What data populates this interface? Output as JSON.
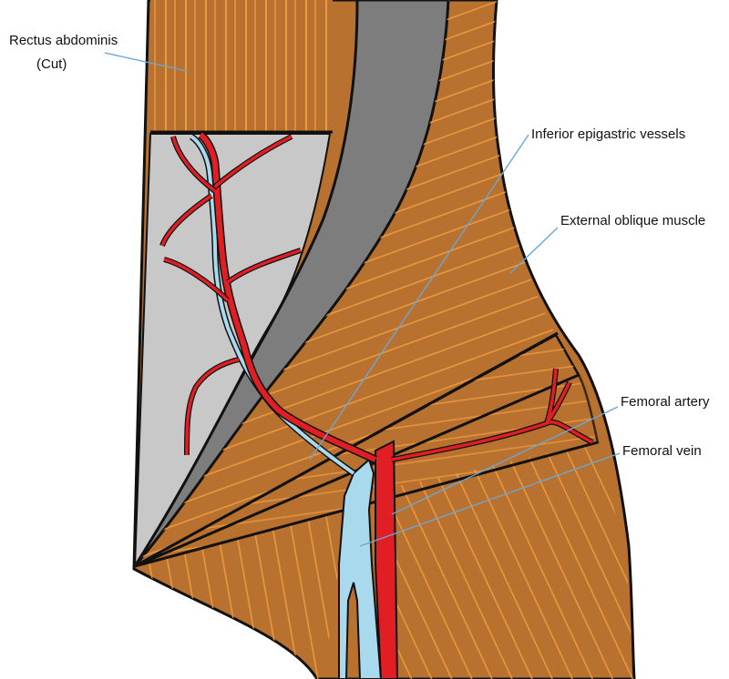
{
  "labels": {
    "rectus_line1": "Rectus abdominis",
    "rectus_line2": "(Cut)",
    "inferior_epigastric": "Inferior epigastric vessels",
    "external_oblique": "External oblique muscle",
    "femoral_artery": "Femoral artery",
    "femoral_vein": "Femoral vein"
  },
  "colors": {
    "muscle": "#b8712e",
    "muscle_stripe": "#f2a043",
    "fascia_grey": "#c8c8c8",
    "dark_grey": "#7d7d7d",
    "artery": "#e01e24",
    "vein": "#a9d9ec",
    "outline": "#111111",
    "leader": "#6aa6d8"
  },
  "icons": {
    "figure": "anatomical-illustration"
  }
}
